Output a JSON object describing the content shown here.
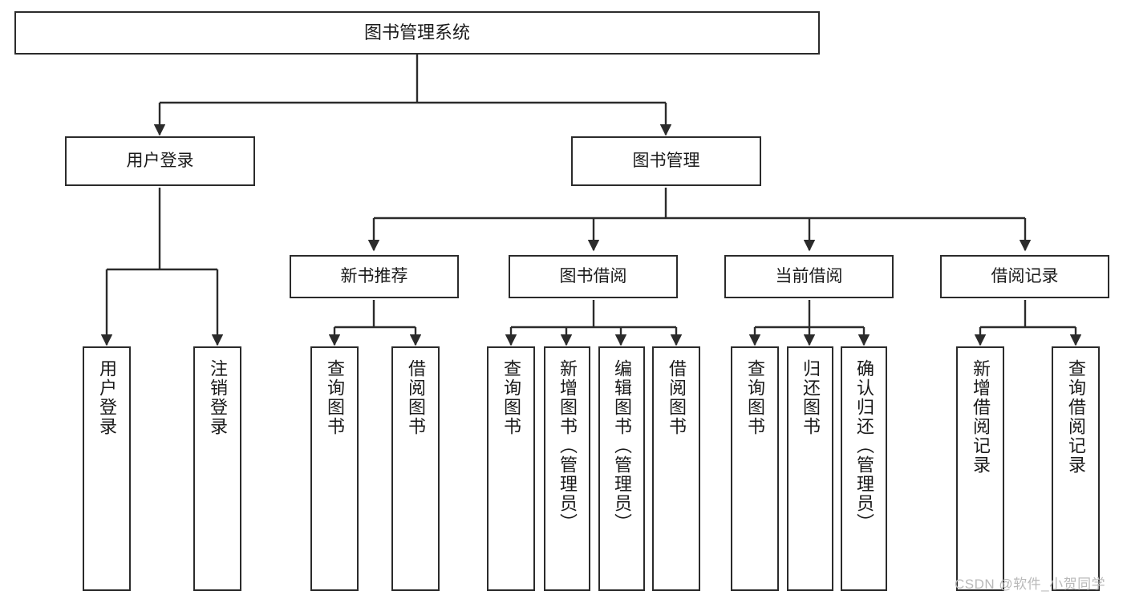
{
  "diagram": {
    "title": "图书管理系统",
    "type": "hierarchy-tree",
    "watermark": "CSDN @软件_小贺同学",
    "colors": {
      "box_border": "#2b2b2b",
      "box_fill": "#ffffff",
      "text": "#1a1a1a",
      "connector": "#2b2b2b",
      "watermark": "#b9b9b9"
    },
    "nodes": {
      "root": {
        "label": "图书管理系统",
        "level": 0
      },
      "level1": [
        {
          "id": "user-login",
          "label": "用户登录"
        },
        {
          "id": "book-management",
          "label": "图书管理"
        }
      ],
      "level2": [
        {
          "id": "new-book-recommend",
          "label": "新书推荐",
          "parent": "book-management"
        },
        {
          "id": "book-borrow",
          "label": "图书借阅",
          "parent": "book-management"
        },
        {
          "id": "current-borrow",
          "label": "当前借阅",
          "parent": "book-management"
        },
        {
          "id": "borrow-record",
          "label": "借阅记录",
          "parent": "book-management"
        }
      ],
      "leaves": [
        {
          "id": "leaf-user-login",
          "label": "用户登录",
          "parent": "user-login"
        },
        {
          "id": "leaf-logout-login",
          "label": "注销登录",
          "parent": "user-login"
        },
        {
          "id": "leaf-query-book-1",
          "label": "查询图书",
          "parent": "new-book-recommend"
        },
        {
          "id": "leaf-borrow-book-1",
          "label": "借阅图书",
          "parent": "new-book-recommend"
        },
        {
          "id": "leaf-query-book-2",
          "label": "查询图书",
          "parent": "book-borrow"
        },
        {
          "id": "leaf-add-book",
          "label": "新增图书（管理员）",
          "parent": "book-borrow"
        },
        {
          "id": "leaf-edit-book",
          "label": "编辑图书（管理员）",
          "parent": "book-borrow"
        },
        {
          "id": "leaf-borrow-book-2",
          "label": "借阅图书",
          "parent": "book-borrow"
        },
        {
          "id": "leaf-query-book-3",
          "label": "查询图书",
          "parent": "current-borrow"
        },
        {
          "id": "leaf-return-book",
          "label": "归还图书",
          "parent": "current-borrow"
        },
        {
          "id": "leaf-confirm-return",
          "label": "确认归还（管理员）",
          "parent": "current-borrow"
        },
        {
          "id": "leaf-add-record",
          "label": "新增借阅记录",
          "parent": "borrow-record"
        },
        {
          "id": "leaf-query-record",
          "label": "查询借阅记录",
          "parent": "borrow-record"
        }
      ]
    }
  }
}
